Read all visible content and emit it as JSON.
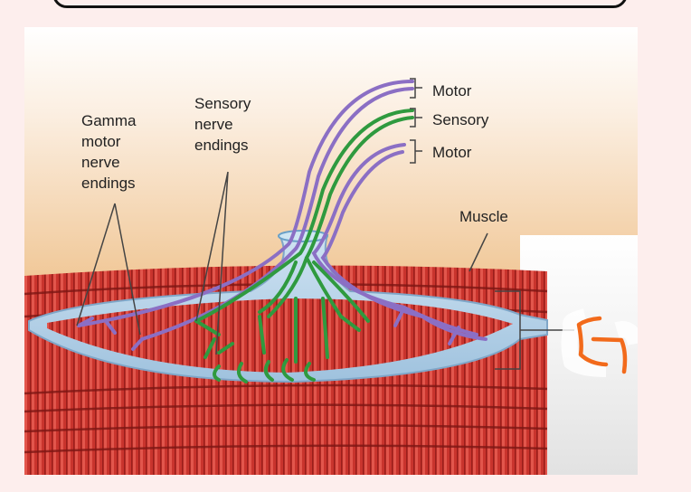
{
  "figure": {
    "labels": {
      "gamma": [
        "Gamma",
        "motor",
        "nerve",
        "endings"
      ],
      "sensory_endings": [
        "Sensory",
        "nerve",
        "endings"
      ],
      "motor_top": "Motor",
      "sensory": "Sensory",
      "motor_bottom": "Motor",
      "muscle": "Muscle"
    },
    "annotation": "G"
  },
  "colors": {
    "motor_nerve": "#8b6fc4",
    "sensory_nerve": "#2f9a3f",
    "muscle": "#c8322c",
    "annotation": "#f26a1b"
  }
}
